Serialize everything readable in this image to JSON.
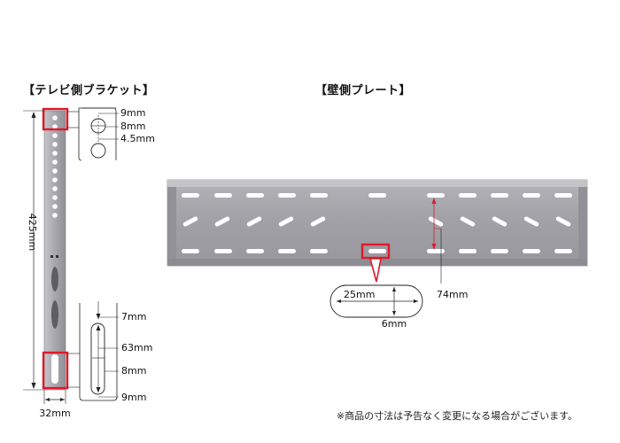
{
  "headings": {
    "tv_bracket": "【テレビ側ブラケット】",
    "wall_plate": "【壁側プレート】"
  },
  "dimensions": {
    "hole_top_gap": "9mm",
    "hole_diameter": "8mm",
    "hole_pitch": "4.5mm",
    "bracket_length": "425mm",
    "bracket_width": "32mm",
    "slot_top_gap": "7mm",
    "slot_length": "63mm",
    "slot_width": "8mm",
    "slot_bottom_gap": "9mm",
    "plate_slot_length": "25mm",
    "plate_slot_width": "6mm",
    "plate_row_pitch": "74mm"
  },
  "note": "※商品の寸法は予告なく変更になる場合がございます。",
  "colors": {
    "metal": "#a9a9ae",
    "metal_dark": "#8d8d93",
    "highlight": "#e0192a",
    "dim_line": "#222222",
    "red_dim": "#d6202e"
  }
}
